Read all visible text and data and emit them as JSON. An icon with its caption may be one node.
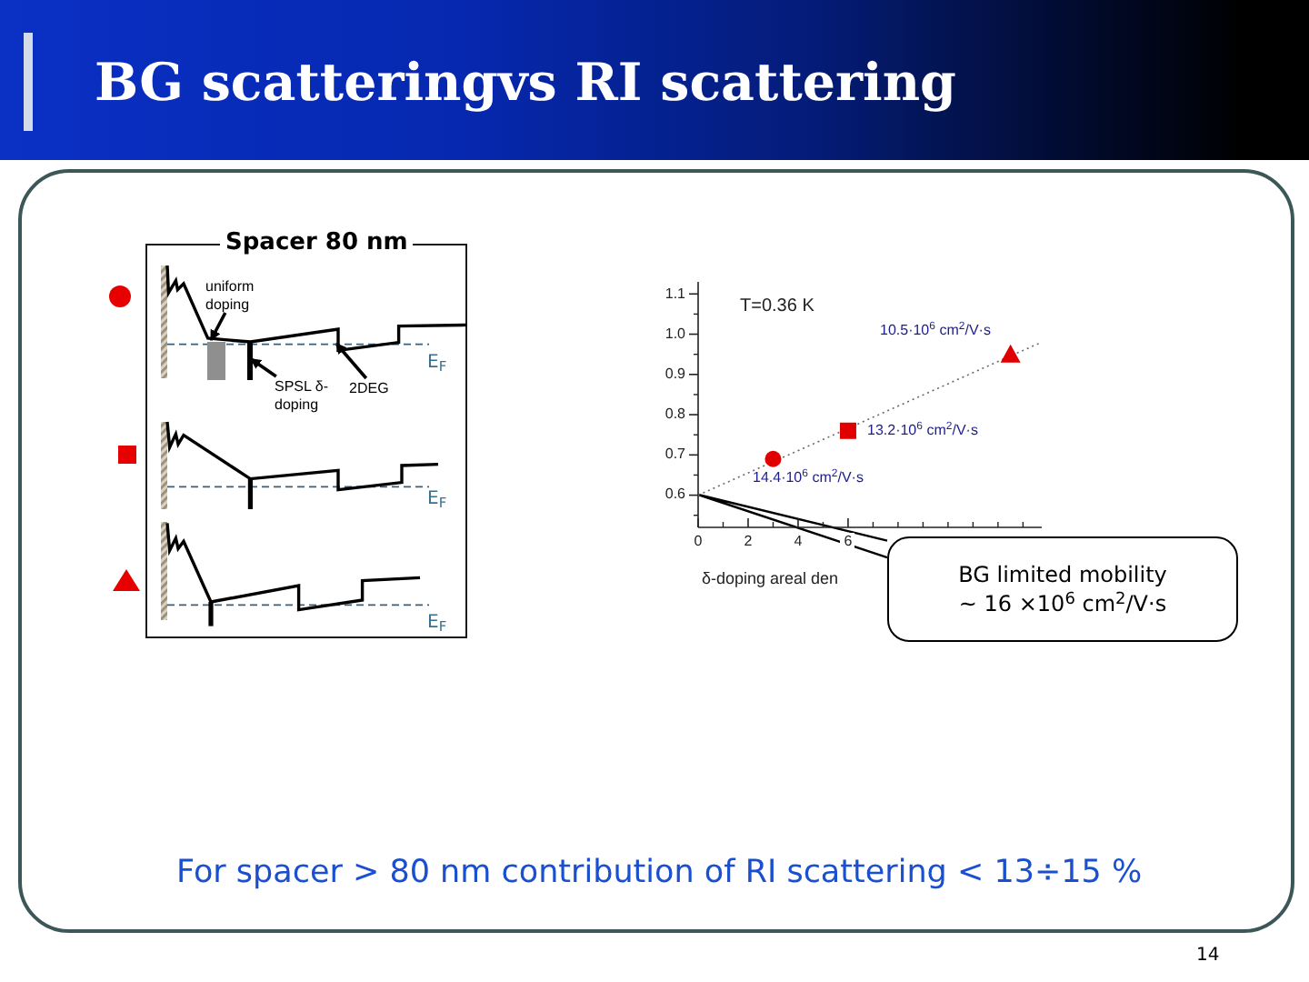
{
  "diagram": {
    "title": "BG scatteringvs RI scattering",
    "nodes": [
      {
        "text": [
          "Spacer 80 nm"
        ]
      },
      {
        "text": [
          "uniform doping"
        ],
        "in": 0
      },
      {
        "text": [],
        "shape": "bar",
        "in": 0
      },
      {
        "text": [],
        "shape": "bar",
        "in": 0
      },
      {
        "text": [
          "SPSL δ-doping"
        ],
        "in": 0
      },
      {
        "text": [
          "2DEG"
        ],
        "in": 0
      },
      {
        "text": [
          "BG limited mobility ~ 16 ×10$^{6}$ cm$^{2}$/V·s"
        ]
      }
    ],
    "edges": [
      {
        "from": 1,
        "to": 2,
        "arrow": "to"
      },
      {
        "from": 4,
        "to": 3,
        "arrow": "to"
      },
      {
        "from": 5,
        "to": null,
        "arrow": "to"
      },
      {
        "from": 6,
        "to": null,
        "arrow": "none"
      }
    ],
    "labels": [
      "E$_{F}$",
      "E$_{F}$",
      "E$_{F}$",
      "For spacer > 80 nm contribution of RI scattering < 13÷15 %",
      "14"
    ],
    "chart_data": {
      "type": "scatter",
      "xlabel": "δ-doping areal den",
      "x": [
        0,
        3,
        6,
        12.5,
        13.75
      ],
      "series": [
        {
          "color": "#e00000",
          "values": [
            null,
            0.69,
            0.76,
            0.95,
            null
          ]
        },
        {
          "type": "line",
          "line_style": "dotted",
          "color": "#666666",
          "values": [
            0.6,
            0.683,
            0.766,
            0.946,
            0.98
          ]
        }
      ],
      "xlim": [
        0,
        13.75
      ],
      "ylim": [
        0.52,
        1.13
      ],
      "xticks": [
        0,
        2,
        4,
        6
      ],
      "yticks": [
        0.6,
        0.7,
        0.8,
        0.9,
        {
          "value": 1,
          "label": "1.0"
        },
        1.1
      ],
      "value_labels": [
        "14.4·10$^{6}$ cm$^{2}$/V·s",
        "13.2·10$^{6}$ cm$^{2}$/V·s",
        "10.5·10$^{6}$ cm$^{2}$/V·s"
      ],
      "annotations": [
        "T=0.36 K"
      ]
    }
  }
}
